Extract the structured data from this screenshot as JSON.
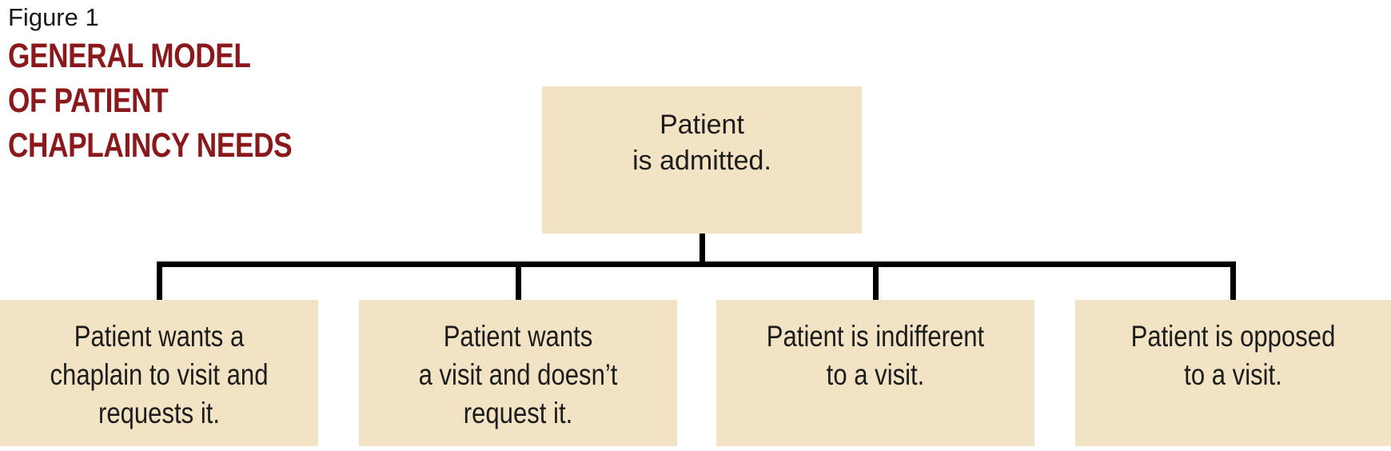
{
  "figure_label": "Figure 1",
  "heading": {
    "line1": "GENERAL MODEL",
    "line2": "OF PATIENT",
    "line3": "CHAPLAINCY NEEDS"
  },
  "colors": {
    "heading_red": "#8b191c",
    "box_tan": "#f2e3c4",
    "connector_black": "#010101",
    "text_black": "#1c1c1c"
  },
  "diagram": {
    "type": "flowchart-tree",
    "root": {
      "line1": "Patient",
      "line2": "is admitted."
    },
    "children": [
      {
        "line1": "Patient wants a",
        "line2": "chaplain to visit and",
        "line3": "requests it."
      },
      {
        "line1": "Patient wants",
        "line2": "a visit and doesn’t",
        "line3": "request it."
      },
      {
        "line1": "Patient is indifferent",
        "line2": "to a visit.",
        "line3": ""
      },
      {
        "line1": "Patient is opposed",
        "line2": "to a visit.",
        "line3": ""
      }
    ]
  }
}
